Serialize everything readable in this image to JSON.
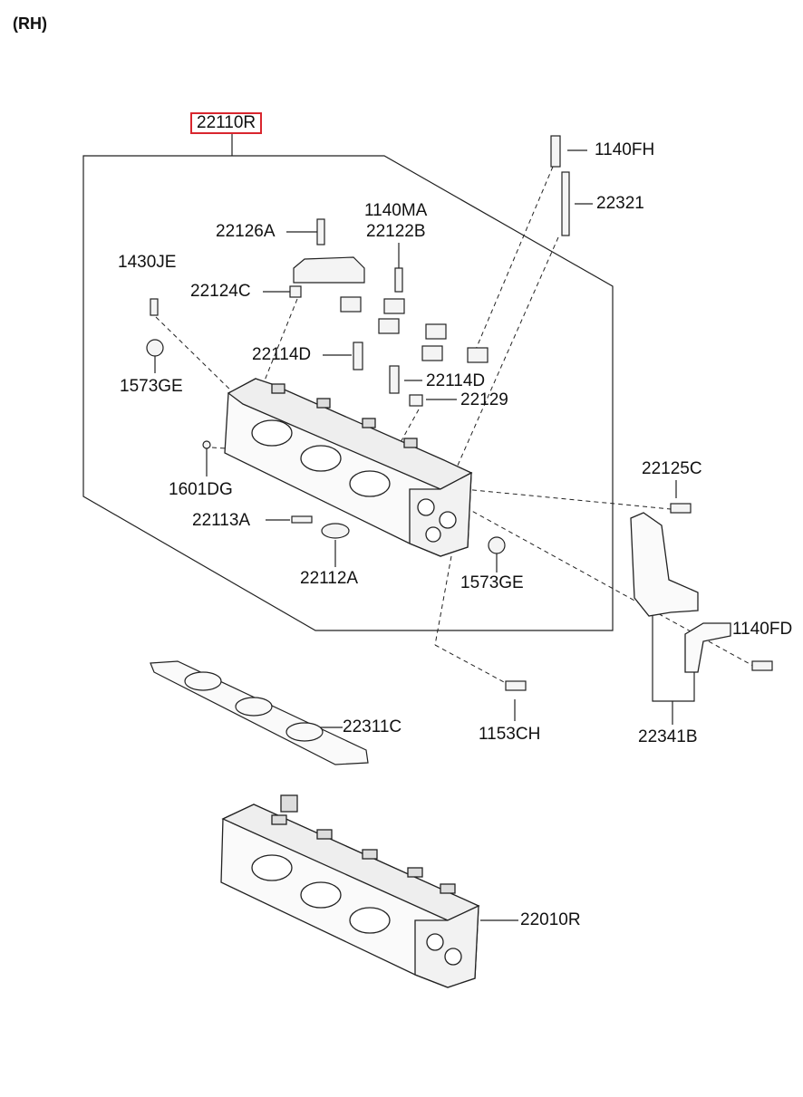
{
  "diagram": {
    "side_label": "(RH)",
    "highlight_color": "#d9262e",
    "parts": [
      {
        "id": "p_22110R",
        "text": "22110R",
        "highlight": true
      },
      {
        "id": "p_1140FH",
        "text": "1140FH"
      },
      {
        "id": "p_22321",
        "text": "22321"
      },
      {
        "id": "p_22126A",
        "text": "22126A"
      },
      {
        "id": "p_1140MA",
        "text": "1140MA"
      },
      {
        "id": "p_22122B",
        "text": "22122B"
      },
      {
        "id": "p_1430JE",
        "text": "1430JE"
      },
      {
        "id": "p_22124C",
        "text": "22124C"
      },
      {
        "id": "p_22114D_a",
        "text": "22114D"
      },
      {
        "id": "p_22114D_b",
        "text": "22114D"
      },
      {
        "id": "p_22129",
        "text": "22129"
      },
      {
        "id": "p_1573GE_a",
        "text": "1573GE"
      },
      {
        "id": "p_1601DG",
        "text": "1601DG"
      },
      {
        "id": "p_22125C",
        "text": "22125C"
      },
      {
        "id": "p_22113A",
        "text": "22113A"
      },
      {
        "id": "p_22112A",
        "text": "22112A"
      },
      {
        "id": "p_1573GE_b",
        "text": "1573GE"
      },
      {
        "id": "p_1140FD",
        "text": "1140FD"
      },
      {
        "id": "p_22311C",
        "text": "22311C"
      },
      {
        "id": "p_1153CH",
        "text": "1153CH"
      },
      {
        "id": "p_22341B",
        "text": "22341B"
      },
      {
        "id": "p_22010R",
        "text": "22010R"
      }
    ]
  }
}
